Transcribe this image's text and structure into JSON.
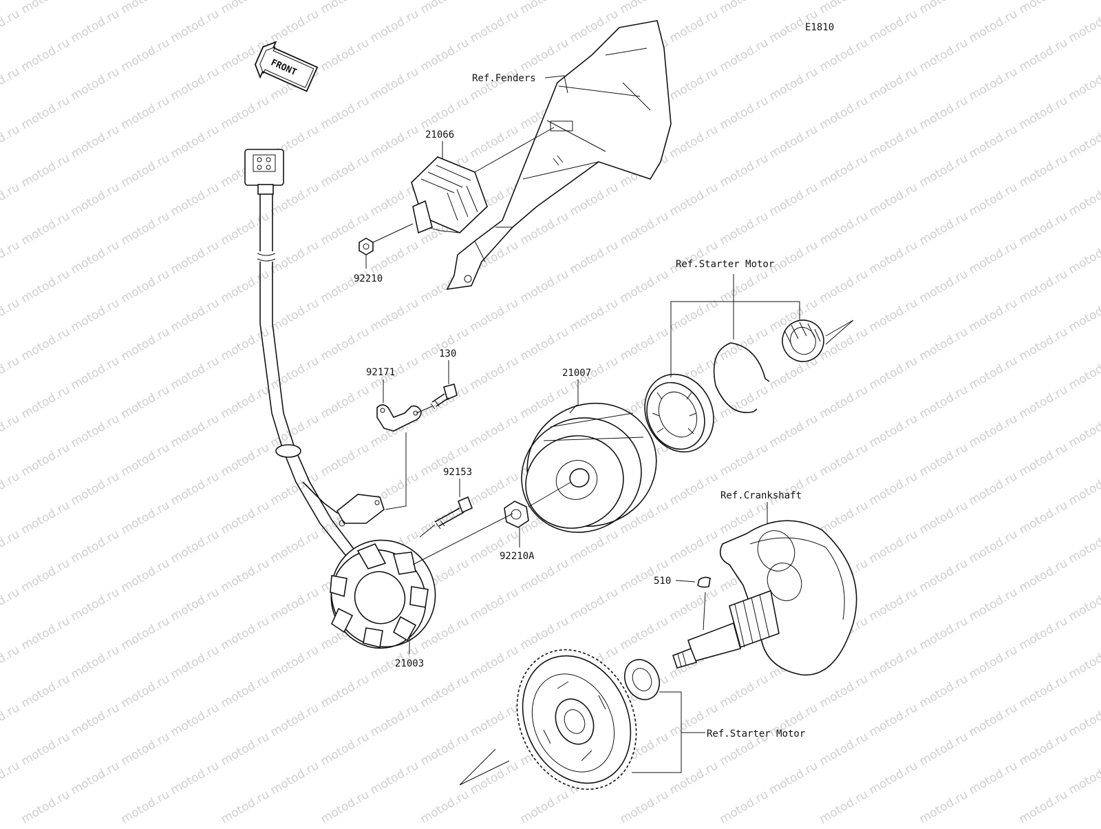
{
  "diagram": {
    "code": "E1810",
    "front_label": "FRONT",
    "watermark": "motod.ru",
    "callouts": {
      "ref_fenders": "Ref.Fenders",
      "ref_starter_motor_top": "Ref.Starter Motor",
      "ref_crankshaft": "Ref.Crankshaft",
      "ref_starter_motor_bottom": "Ref.Starter Motor",
      "p21066": "21066",
      "p92210": "92210",
      "p92171": "92171",
      "p130": "130",
      "p21007": "21007",
      "p92153": "92153",
      "p92210A": "92210A",
      "p21003": "21003",
      "p510": "510"
    }
  }
}
